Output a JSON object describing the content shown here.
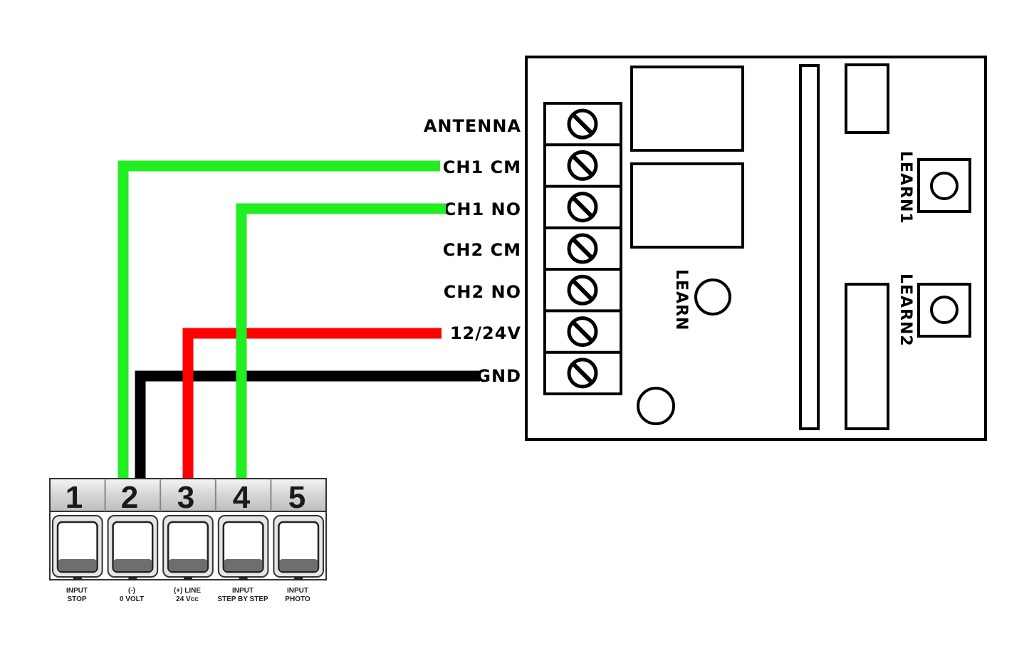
{
  "receiver": {
    "terminal_labels": [
      "ANTENNA",
      "CH1 CM",
      "CH1 NO",
      "CH2 CM",
      "CH2 NO",
      "12/24V",
      "GND"
    ],
    "learn_label": "LEARN",
    "learn1_label": "LEARN1",
    "learn2_label": "LEARN2"
  },
  "terminal_block": {
    "numbers": [
      "1",
      "2",
      "3",
      "4",
      "5"
    ],
    "captions": [
      [
        "INPUT",
        "STOP"
      ],
      [
        "(-)",
        "0 VOLT"
      ],
      [
        "(+) LINE",
        "24 Vcc"
      ],
      [
        "INPUT",
        "STEP BY STEP"
      ],
      [
        "INPUT",
        "PHOTO"
      ]
    ]
  },
  "wire_colors": {
    "ch1_cm": "#22ee22",
    "ch1_no": "#22ee22",
    "supply": "#ff0000",
    "ground": "#000000"
  }
}
